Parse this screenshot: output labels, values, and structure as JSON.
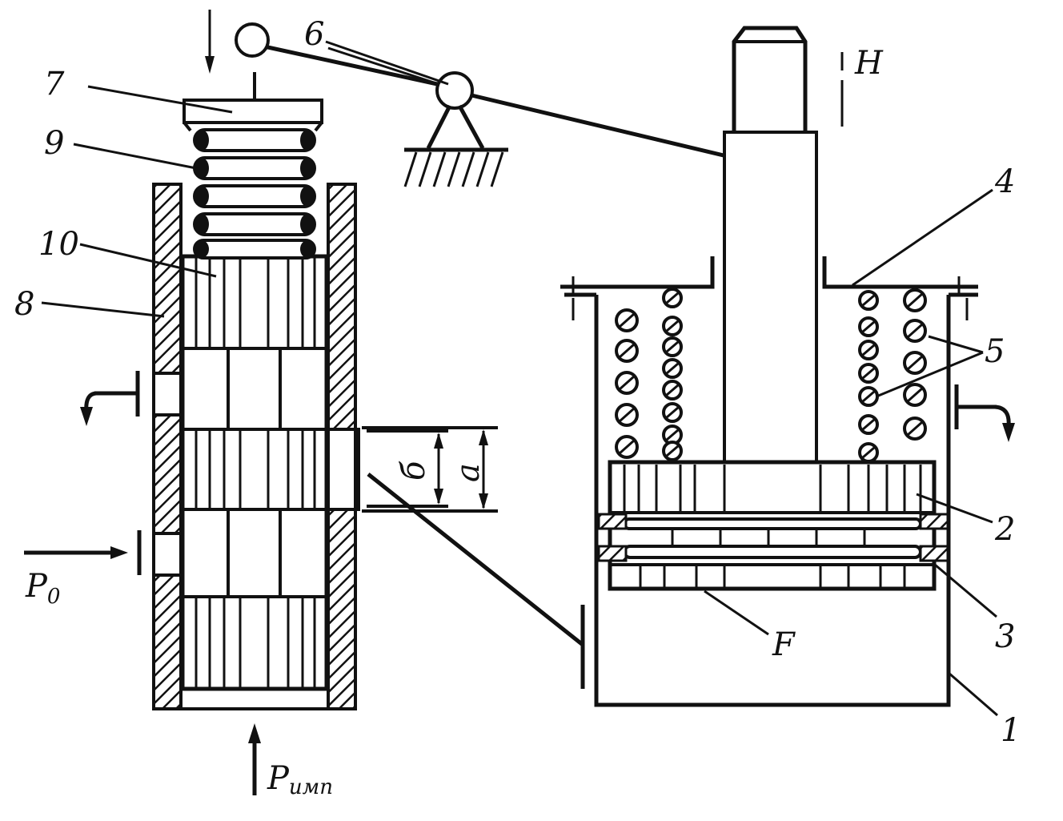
{
  "diagram": {
    "labels": {
      "n1": "1",
      "n2": "2",
      "n3": "3",
      "n4": "4",
      "n5": "5",
      "n6_top": "6",
      "n7": "7",
      "n8": "8",
      "n9": "9",
      "n10": "10",
      "dim_b": "б",
      "dim_a": "a",
      "H": "H",
      "F": "F",
      "P0_main": "P",
      "P0_sub": "0",
      "Pimp_main": "P",
      "Pimp_sub": "имп"
    }
  }
}
